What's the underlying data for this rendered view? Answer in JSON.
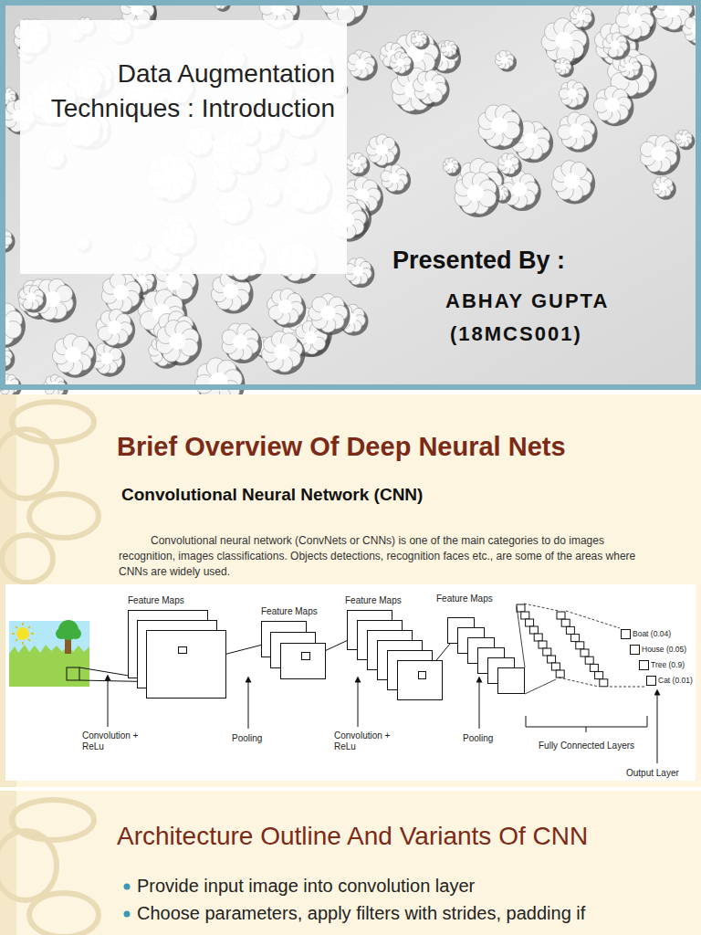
{
  "diagram": {
    "title": "Data Augmentation Techniques : Introduction",
    "nodes": [
      {
        "text": [
          "Feature Maps"
        ]
      },
      {
        "text": [
          "Feature Maps"
        ]
      },
      {
        "text": [
          "Feature Maps"
        ]
      },
      {
        "text": [
          "Feature Maps"
        ]
      },
      {
        "text": [
          "Boat (0.04)"
        ]
      },
      {
        "text": [
          "House (0.05)"
        ]
      },
      {
        "text": [
          "Tree (0.9)"
        ]
      },
      {
        "text": [
          "Cat (0.01)"
        ]
      }
    ],
    "edges": [
      {
        "from": 0,
        "to": 1,
        "arrow": "none"
      },
      {
        "from": 1,
        "to": 2,
        "arrow": "none"
      },
      {
        "from": 2,
        "to": 3,
        "arrow": "none"
      }
    ],
    "labels": [
      "Presented By :",
      "ABHAY GUPTA",
      "(18MCS001)",
      "Brief Overview Of Deep Neural Nets",
      "Convolutional Neural Network (CNN)",
      "Convolutional neural network (ConvNets or CNNs) is one of the main categories to do images recognition, images classifications. Objects detections, recognition faces etc., are some of the areas where CNNs are widely used.",
      "Convolution + ReLu",
      "Pooling",
      "Convolution + ReLu",
      "Pooling",
      "Fully Connected Layers",
      "Output Layer",
      "Architecture Outline And Variants Of CNN",
      "Provide input image into convolution layer",
      "Choose parameters, apply filters with strides, padding if"
    ]
  }
}
